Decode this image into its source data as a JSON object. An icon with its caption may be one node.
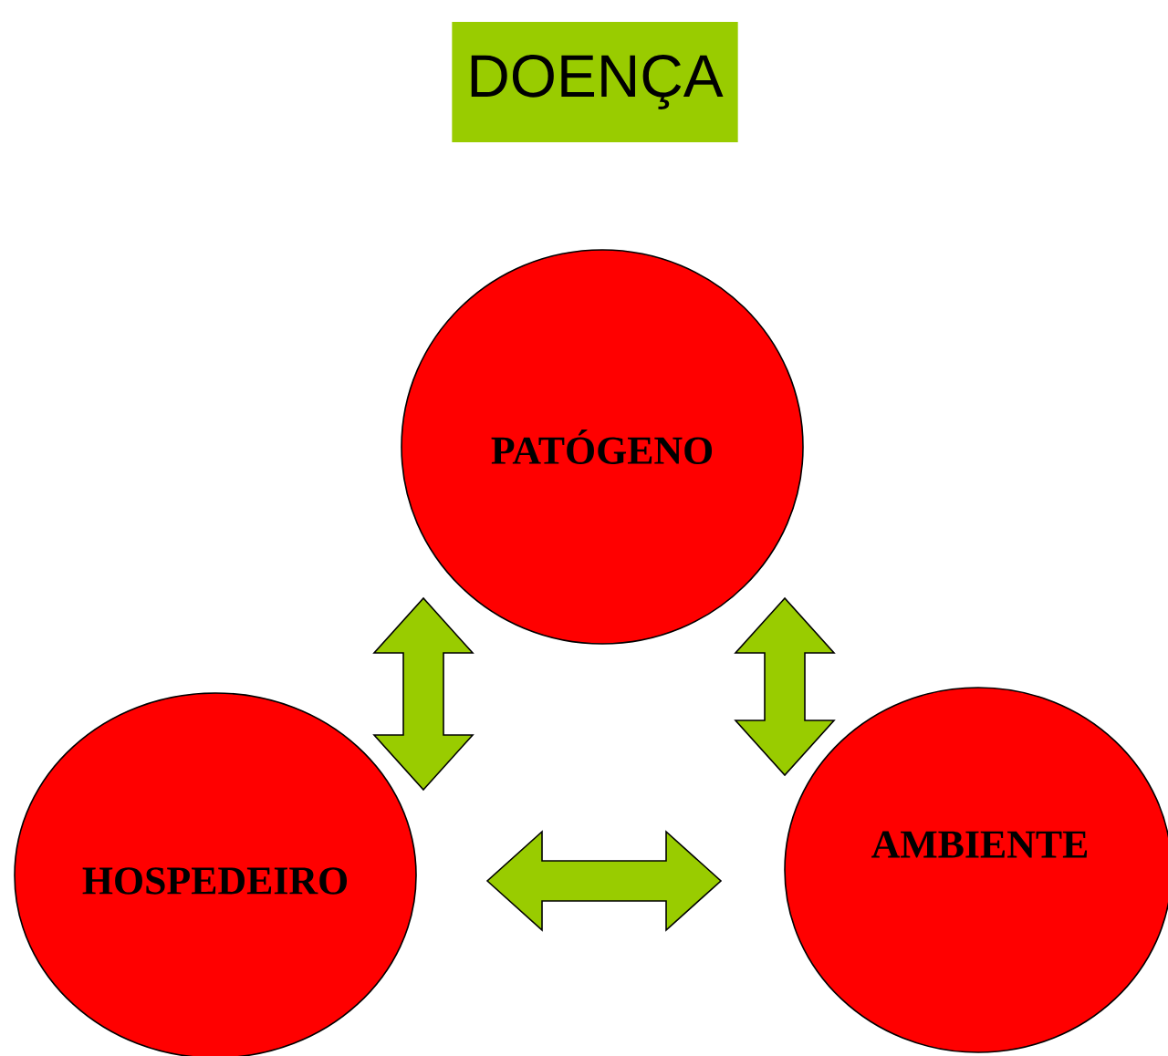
{
  "diagram": {
    "title": "DOENÇA",
    "nodes": [
      {
        "text": [
          "PATÓGENO"
        ]
      },
      {
        "text": [
          "HOSPEDEIRO"
        ]
      },
      {
        "text": [
          "AMBIENTE"
        ]
      }
    ],
    "edges": [
      {
        "from": 1,
        "to": 0,
        "arrow": "both"
      },
      {
        "from": 0,
        "to": 2,
        "arrow": "both"
      },
      {
        "from": 1,
        "to": 2,
        "arrow": "both"
      }
    ]
  }
}
